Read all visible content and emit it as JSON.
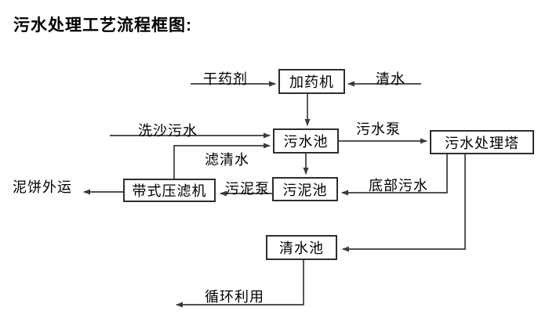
{
  "title": "污水处理工艺流程框图:",
  "colors": {
    "background": "#ffffff",
    "line": "#3a3a3a",
    "box_border": "#2e2e2e",
    "text": "#000000"
  },
  "flowchart": {
    "nodes": {
      "dosing_machine": "加药机",
      "sewage_pool": "污水池",
      "treatment_tower": "污水处理塔",
      "sludge_pool": "污泥池",
      "belt_filter_press": "带式压滤机",
      "clean_water_pool": "清水池"
    },
    "edge_labels": {
      "dry_agent": "干药剂",
      "clean_water": "清水",
      "sand_washing_sewage": "洗沙污水",
      "sewage_pump": "污水泵",
      "filtered_water": "滤清水",
      "bottom_sewage": "底部污水",
      "sludge_pump": "污泥泵",
      "mud_cake_out": "泥饼外运",
      "recycling": "循环利用"
    },
    "edges": [
      {
        "from": "干药剂",
        "to": "加药机"
      },
      {
        "from": "清水",
        "to": "加药机"
      },
      {
        "from": "加药机",
        "to": "污水池"
      },
      {
        "from": "洗沙污水",
        "to": "污水池"
      },
      {
        "from": "带式压滤机",
        "to": "污水池",
        "label": "滤清水"
      },
      {
        "from": "污水池",
        "to": "污水处理塔",
        "label": "污水泵"
      },
      {
        "from": "污水池",
        "to": "污泥池"
      },
      {
        "from": "污水处理塔",
        "to": "污泥池",
        "label": "底部污水"
      },
      {
        "from": "污泥池",
        "to": "带式压滤机",
        "label": "污泥泵"
      },
      {
        "from": "带式压滤机",
        "to": "泥饼外运"
      },
      {
        "from": "污水处理塔",
        "to": "清水池"
      },
      {
        "from": "清水池",
        "to": "循环利用"
      }
    ]
  }
}
